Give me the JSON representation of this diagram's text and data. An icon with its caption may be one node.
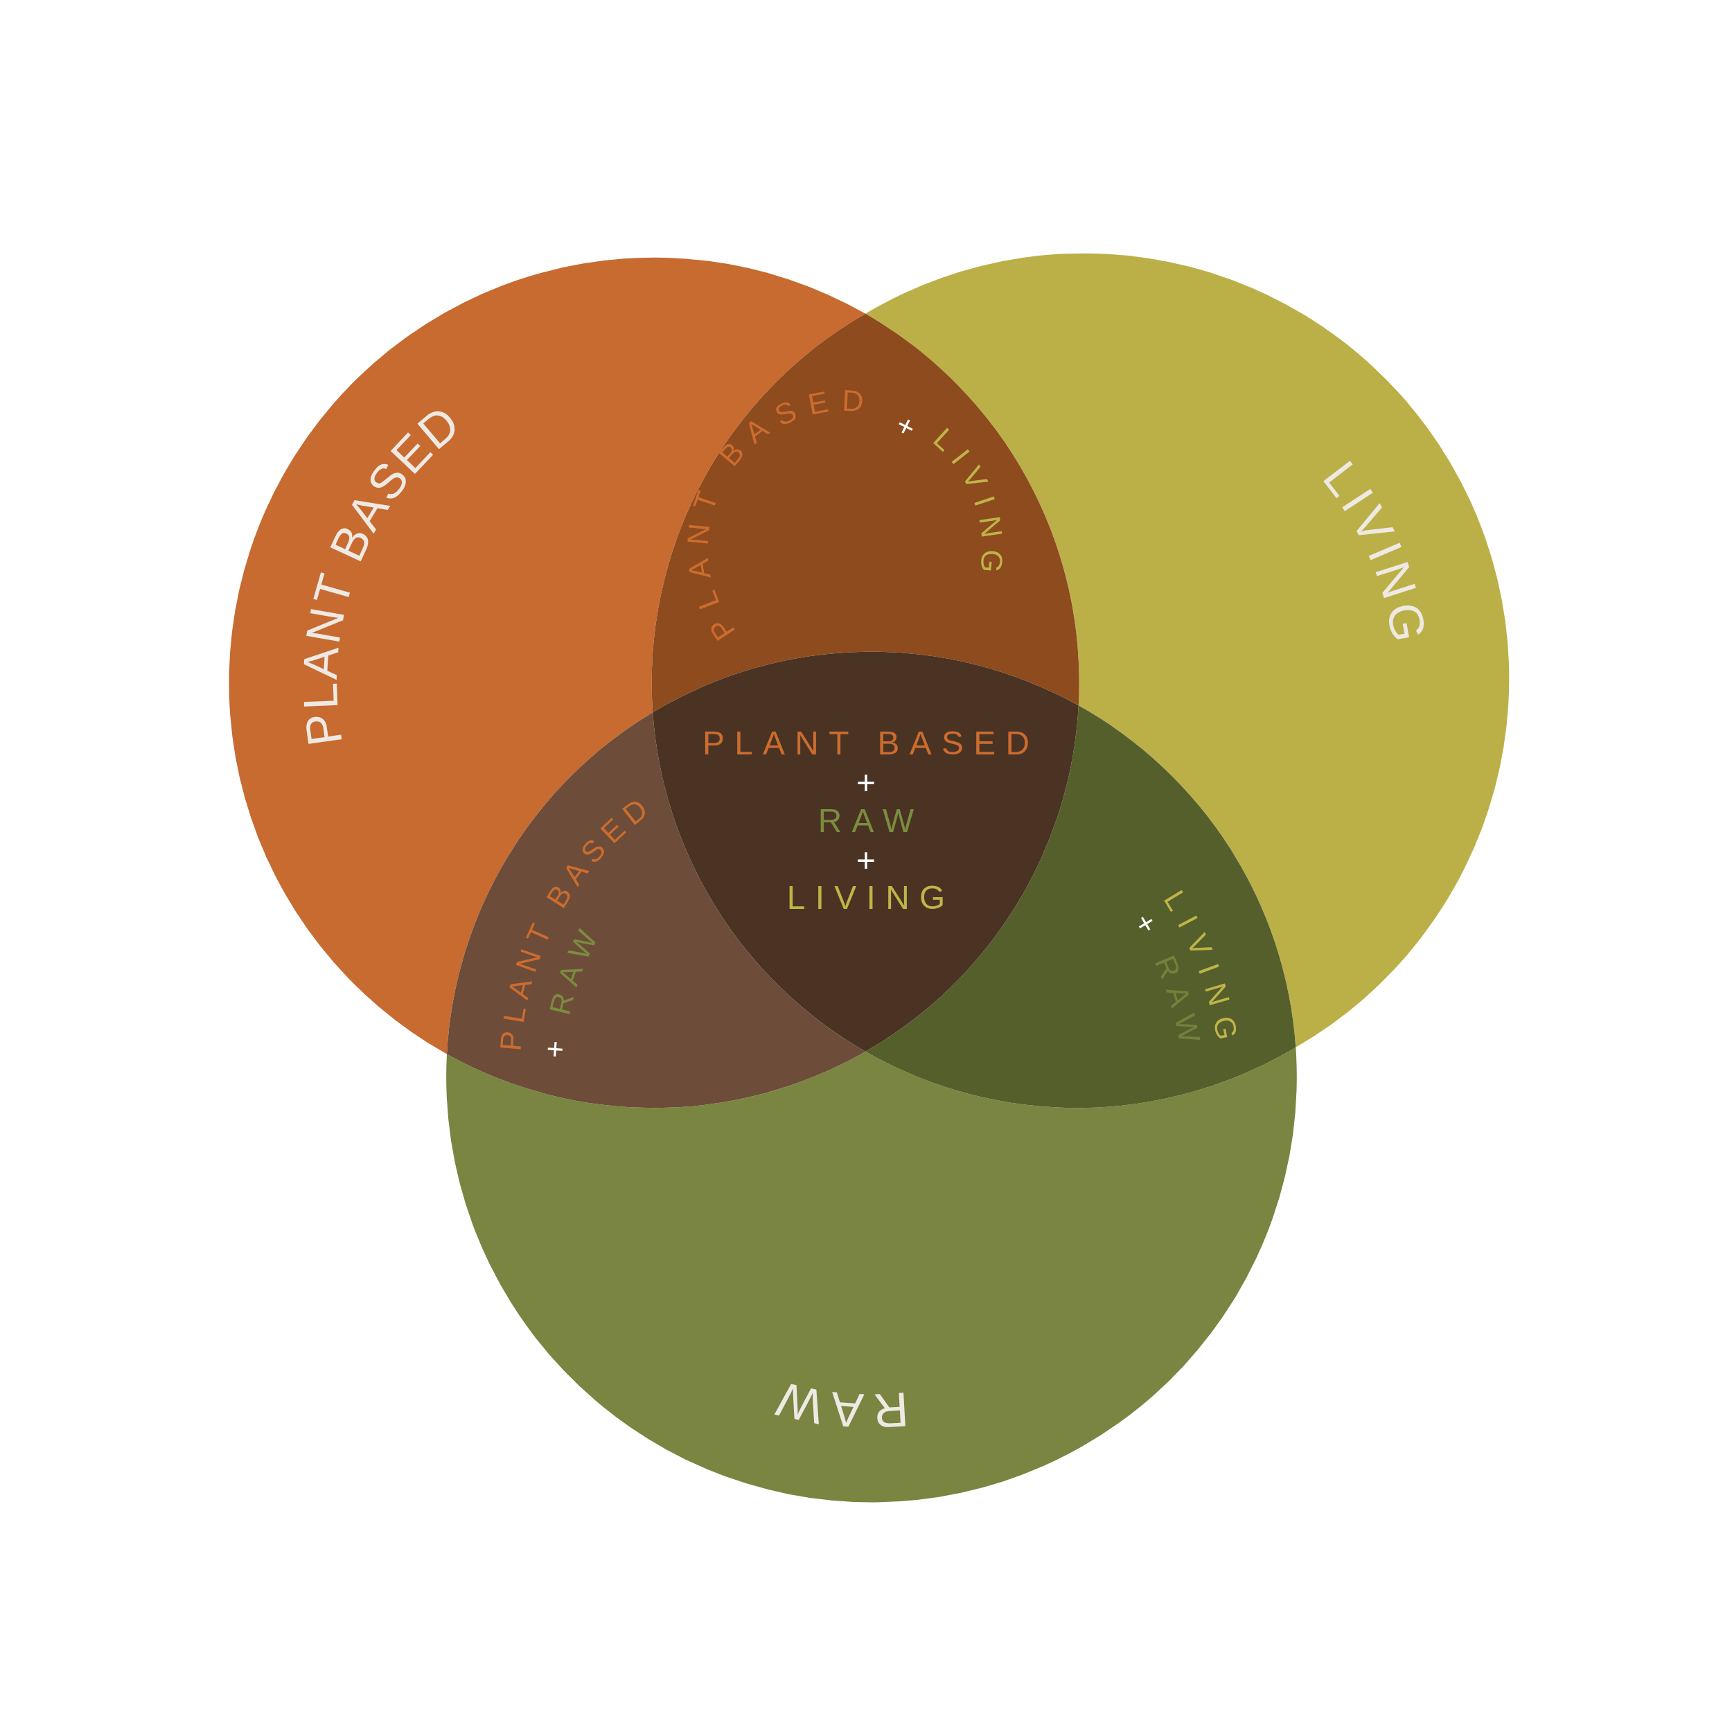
{
  "diagram": {
    "nodes": [
      {
        "text": [
          "PLANT BASED"
        ]
      },
      {
        "text": [
          "LIVING"
        ]
      },
      {
        "text": [
          "RAW"
        ]
      },
      {
        "text": [
          "PLANT BASED",
          "+",
          "LIVING"
        ]
      },
      {
        "text": [
          "PLANT BASED",
          "+ RAW"
        ]
      },
      {
        "text": [
          "LIVING",
          "+ RAW"
        ]
      },
      {
        "text": [
          "PLANT BASED",
          "+",
          "RAW",
          "+",
          "LIVING"
        ]
      }
    ]
  }
}
